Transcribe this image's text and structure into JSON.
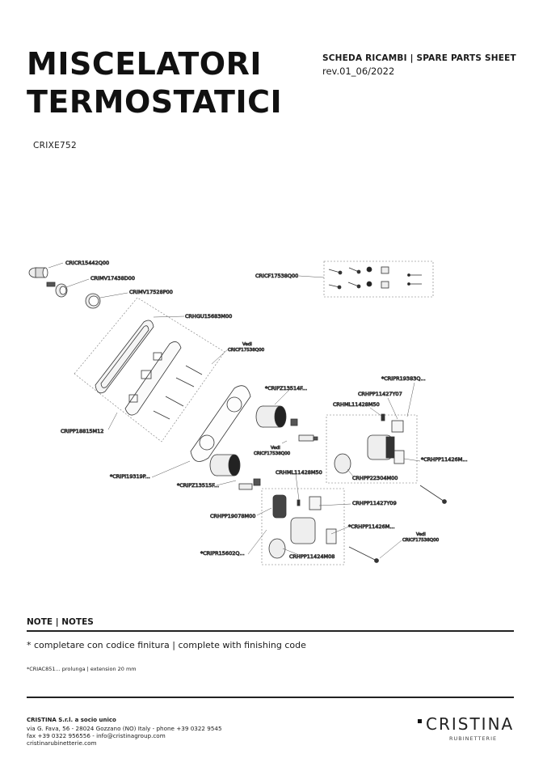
{
  "header": {
    "title_line1": "MISCELATORI",
    "title_line2": "TERMOSTATICI",
    "sheet_label": "SCHEDA RICAMBI | SPARE PARTS SHEET",
    "revision": "rev.01_06/2022",
    "product_code": "CRIXE752"
  },
  "diagram": {
    "labels": {
      "p1": "CRICR15442Q00",
      "p2": "CRIMV17438D00",
      "p3": "CRIMV17528P00",
      "p4": "CRICF17538Q00",
      "p5": "CRHGU15683M00",
      "p6_l1": "Vedi",
      "p6_l2": "CRICF17538Q00",
      "p7": "*CRIPR19383Q...",
      "p8": "*CRIPZ13514F...",
      "p9": "CRHPP11427Y07",
      "p10": "CRHML11428M50",
      "p11": "CRIPP18815M12",
      "p12_l1": "Vedi",
      "p12_l2": "CRICF17538Q00",
      "p13": "*CRHPP11426M...",
      "p14": "CRHML11428M50",
      "p15": "CRHPP22304M00",
      "p16": "*CRIPI19319P...",
      "p17": "*CRIPZ13515F...",
      "p18": "CRHPP11427Y09",
      "p19": "CRHPP19078M00",
      "p20": "*CRHPP11426M...",
      "p21_l1": "Vedi",
      "p21_l2": "CRICF17538Q00",
      "p22": "*CRIPR15602Q...",
      "p23": "CRHPP11424M08"
    }
  },
  "notes": {
    "title": "NOTE | NOTES",
    "line1": "* completare con codice finitura   |  complete with finishing code",
    "line2": "*CRIAC851... prolunga | extension 20 mm"
  },
  "footer": {
    "company": "CRISTINA S.r.l. a socio unico",
    "address1": "via G. Fava, 56 - 28024 Gozzano (NO) Italy - phone +39 0322 9545",
    "address2": "fax +39 0322 956556 - info@cristinagroup.com",
    "address3": "cristinarubinetterie.com",
    "brand": "CRISTINA",
    "brand_sub": "RUBINETTERIE"
  }
}
